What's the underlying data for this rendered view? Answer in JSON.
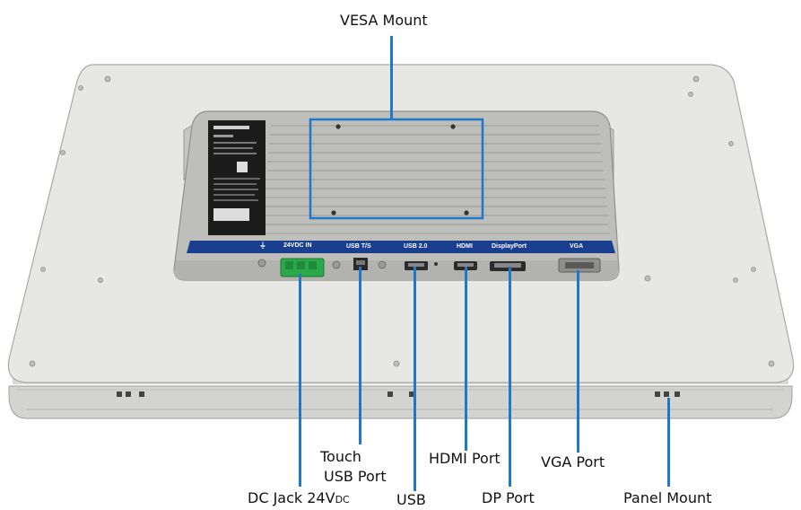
{
  "callouts": {
    "vesa_mount": "VESA Mount",
    "touch_line1": "Touch",
    "touch_line2": "USB Port",
    "hdmi_port": "HDMI Port",
    "vga_port": "VGA Port",
    "dc_jack_main": "DC Jack 24V",
    "dc_jack_sub": "DC",
    "usb": "USB",
    "dp_port": "DP Port",
    "panel_mount": "Panel Mount"
  },
  "io_strip_labels": {
    "dc_in": "24VDC IN",
    "usb_touch": "USB T/S",
    "usb_20": "USB 2.0",
    "hdmi": "HDMI",
    "displayport": "DisplayPort",
    "vga": "VGA"
  },
  "colors": {
    "leader_line": "#1f78c8",
    "io_strip": "#1a3f8f",
    "panel": "#e6e6e3",
    "enclosure": "#b9b9b6",
    "terminal_block": "#2aa84a"
  }
}
